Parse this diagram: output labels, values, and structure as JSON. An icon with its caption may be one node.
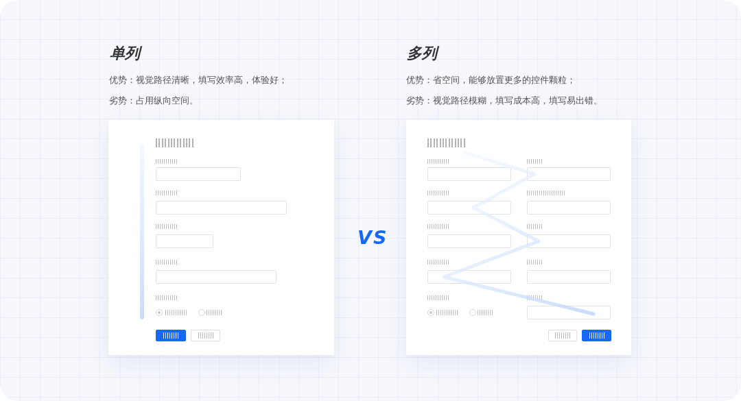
{
  "diagram": {
    "nodes": [
      {
        "text": [
          "单列",
          "优势：视觉路径清晰，填写效率高，体验好；",
          "劣势：占用纵向空间。"
        ]
      },
      {
        "text": [
          "多列",
          "优势：省空间，能够放置更多的控件颗粒；",
          "劣势：视觉路径模糊，填写成本高，填写易出错。"
        ]
      }
    ],
    "labels": [
      "VS"
    ]
  }
}
